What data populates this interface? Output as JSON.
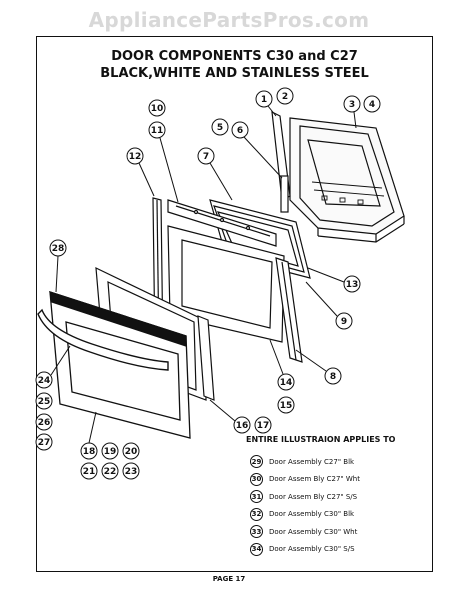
{
  "watermark": "AppliancePartsPros.com",
  "title": {
    "line1": "DOOR COMPONENTS C30 and C27",
    "line2": "BLACK,WHITE AND STAINLESS STEEL"
  },
  "callouts": [
    "1",
    "2",
    "3",
    "4",
    "5",
    "6",
    "7",
    "8",
    "9",
    "10",
    "11",
    "12",
    "13",
    "14",
    "15",
    "16",
    "17",
    "18",
    "19",
    "20",
    "21",
    "22",
    "23",
    "24",
    "25",
    "26",
    "27",
    "28"
  ],
  "legend": {
    "heading": "ENTIRE ILLUSTRAION APPLIES TO",
    "items": [
      {
        "num": "29",
        "text": "Door Assembly C27\" Blk"
      },
      {
        "num": "30",
        "text": "Door Assem Bly C27\" Wht"
      },
      {
        "num": "31",
        "text": "Door Assem Bly C27\" S/S"
      },
      {
        "num": "32",
        "text": "Door Assembly C30\" Blk"
      },
      {
        "num": "33",
        "text": "Door Assembly C30\" Wht"
      },
      {
        "num": "34",
        "text": "Door Assembly C30\" S/S"
      }
    ]
  },
  "page_label": "PAGE 17"
}
